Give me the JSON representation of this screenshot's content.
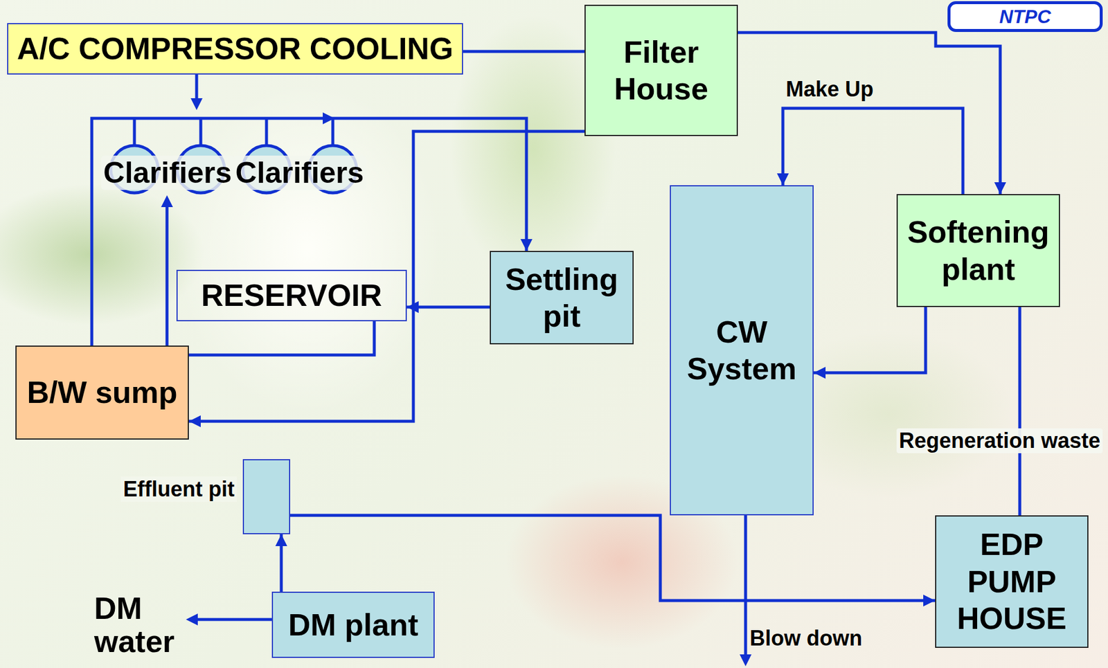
{
  "diagram": {
    "nodes": [
      {
        "text": [
          "A/C COMPRESSOR COOLING"
        ]
      },
      {
        "text": [
          "Filter House"
        ]
      },
      {
        "text": [
          "Settling pit"
        ]
      },
      {
        "text": [
          "RESERVOIR"
        ]
      },
      {
        "text": [
          "B/W sump"
        ]
      },
      {
        "text": [
          "CW System"
        ]
      },
      {
        "text": [
          "Softening plant"
        ]
      },
      {
        "text": [
          "EDP PUMP HOUSE"
        ]
      },
      {
        "text": [
          "Effluent pit"
        ]
      },
      {
        "text": [
          "DM plant"
        ]
      }
    ],
    "edges": [
      {
        "from": 0,
        "to": 1,
        "arrow": "none"
      },
      {
        "from": 1,
        "to": 4,
        "arrow": "to"
      },
      {
        "from": 4,
        "to": 2,
        "arrow": "to"
      },
      {
        "from": 2,
        "to": 3,
        "arrow": "to"
      },
      {
        "from": 3,
        "to": 4,
        "arrow": "none"
      },
      {
        "from": 1,
        "to": 6,
        "arrow": "to"
      },
      {
        "from": 6,
        "to": 5,
        "arrow": "to",
        "label": "Make Up"
      },
      {
        "from": 6,
        "to": 5,
        "arrow": "to"
      },
      {
        "from": 6,
        "to": 7,
        "arrow": "none",
        "label": "Regeneration waste"
      },
      {
        "from": 8,
        "to": 7,
        "arrow": "to"
      },
      {
        "from": 9,
        "to": 8,
        "arrow": "to"
      }
    ],
    "labels": [
      "Clarifiers",
      "Clarifiers",
      "NTPC",
      "DM water",
      "Blow down"
    ]
  }
}
